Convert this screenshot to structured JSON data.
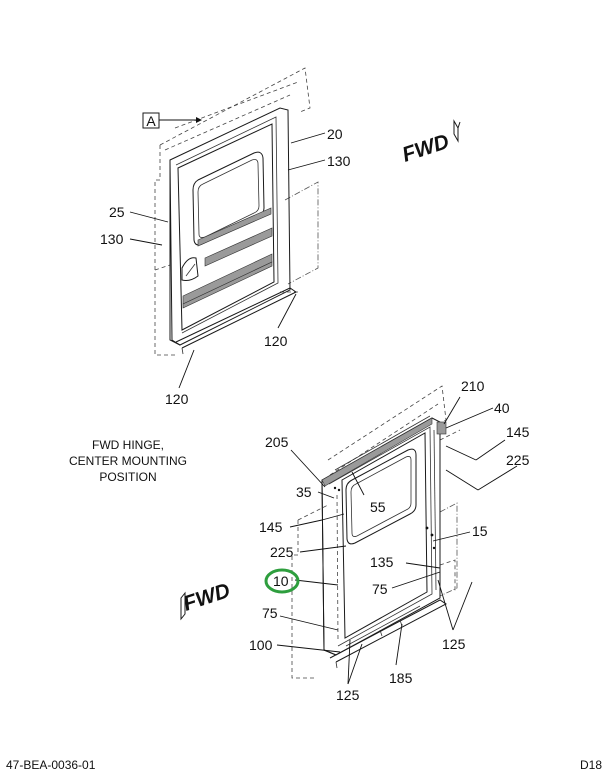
{
  "diagram": {
    "callout_box": "A",
    "note_lines": [
      "FWD HINGE,",
      "CENTER MOUNTING",
      "POSITION"
    ],
    "fwd_label": "FWD",
    "labels_top": [
      "20",
      "130",
      "25",
      "130",
      "120",
      "120"
    ],
    "labels_bottom": [
      "210",
      "40",
      "145",
      "225",
      "205",
      "35",
      "55",
      "145",
      "225",
      "15",
      "135",
      "10",
      "75",
      "75",
      "100",
      "125",
      "185",
      "125"
    ],
    "highlight_color": "#2e9e3e",
    "footer_left": "47-BEA-0036-01",
    "footer_right": "D18"
  }
}
